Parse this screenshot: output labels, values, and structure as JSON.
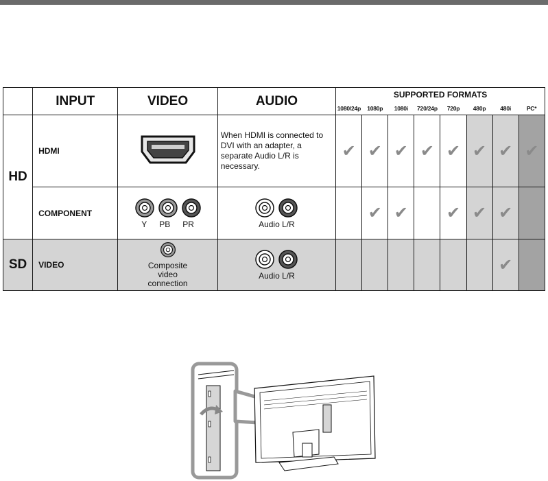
{
  "headers": {
    "input": "INPUT",
    "video": "VIDEO",
    "audio": "AUDIO",
    "supported_formats": "SUPPORTED FORMATS"
  },
  "formats": [
    "1080/24p",
    "1080p",
    "1080i",
    "720/24p",
    "720p",
    "480p",
    "480i",
    "PC*"
  ],
  "groups": {
    "hd": "HD",
    "sd": "SD"
  },
  "rows": [
    {
      "input": "HDMI",
      "audio_note": "When HDMI is connected to DVI with an adapter, a separate Audio L/R is necessary.",
      "supported": [
        true,
        true,
        true,
        true,
        true,
        true,
        true,
        true
      ]
    },
    {
      "input": "COMPONENT",
      "video_jack_labels": [
        "Y",
        "PB",
        "PR"
      ],
      "audio_label": "Audio L/R",
      "supported": [
        false,
        true,
        true,
        false,
        true,
        true,
        true,
        false
      ]
    },
    {
      "input": "VIDEO",
      "video_label": "Composite video connection",
      "audio_label": "Audio L/R",
      "supported": [
        false,
        false,
        false,
        false,
        false,
        false,
        true,
        false
      ]
    }
  ],
  "check_glyph": "✔"
}
